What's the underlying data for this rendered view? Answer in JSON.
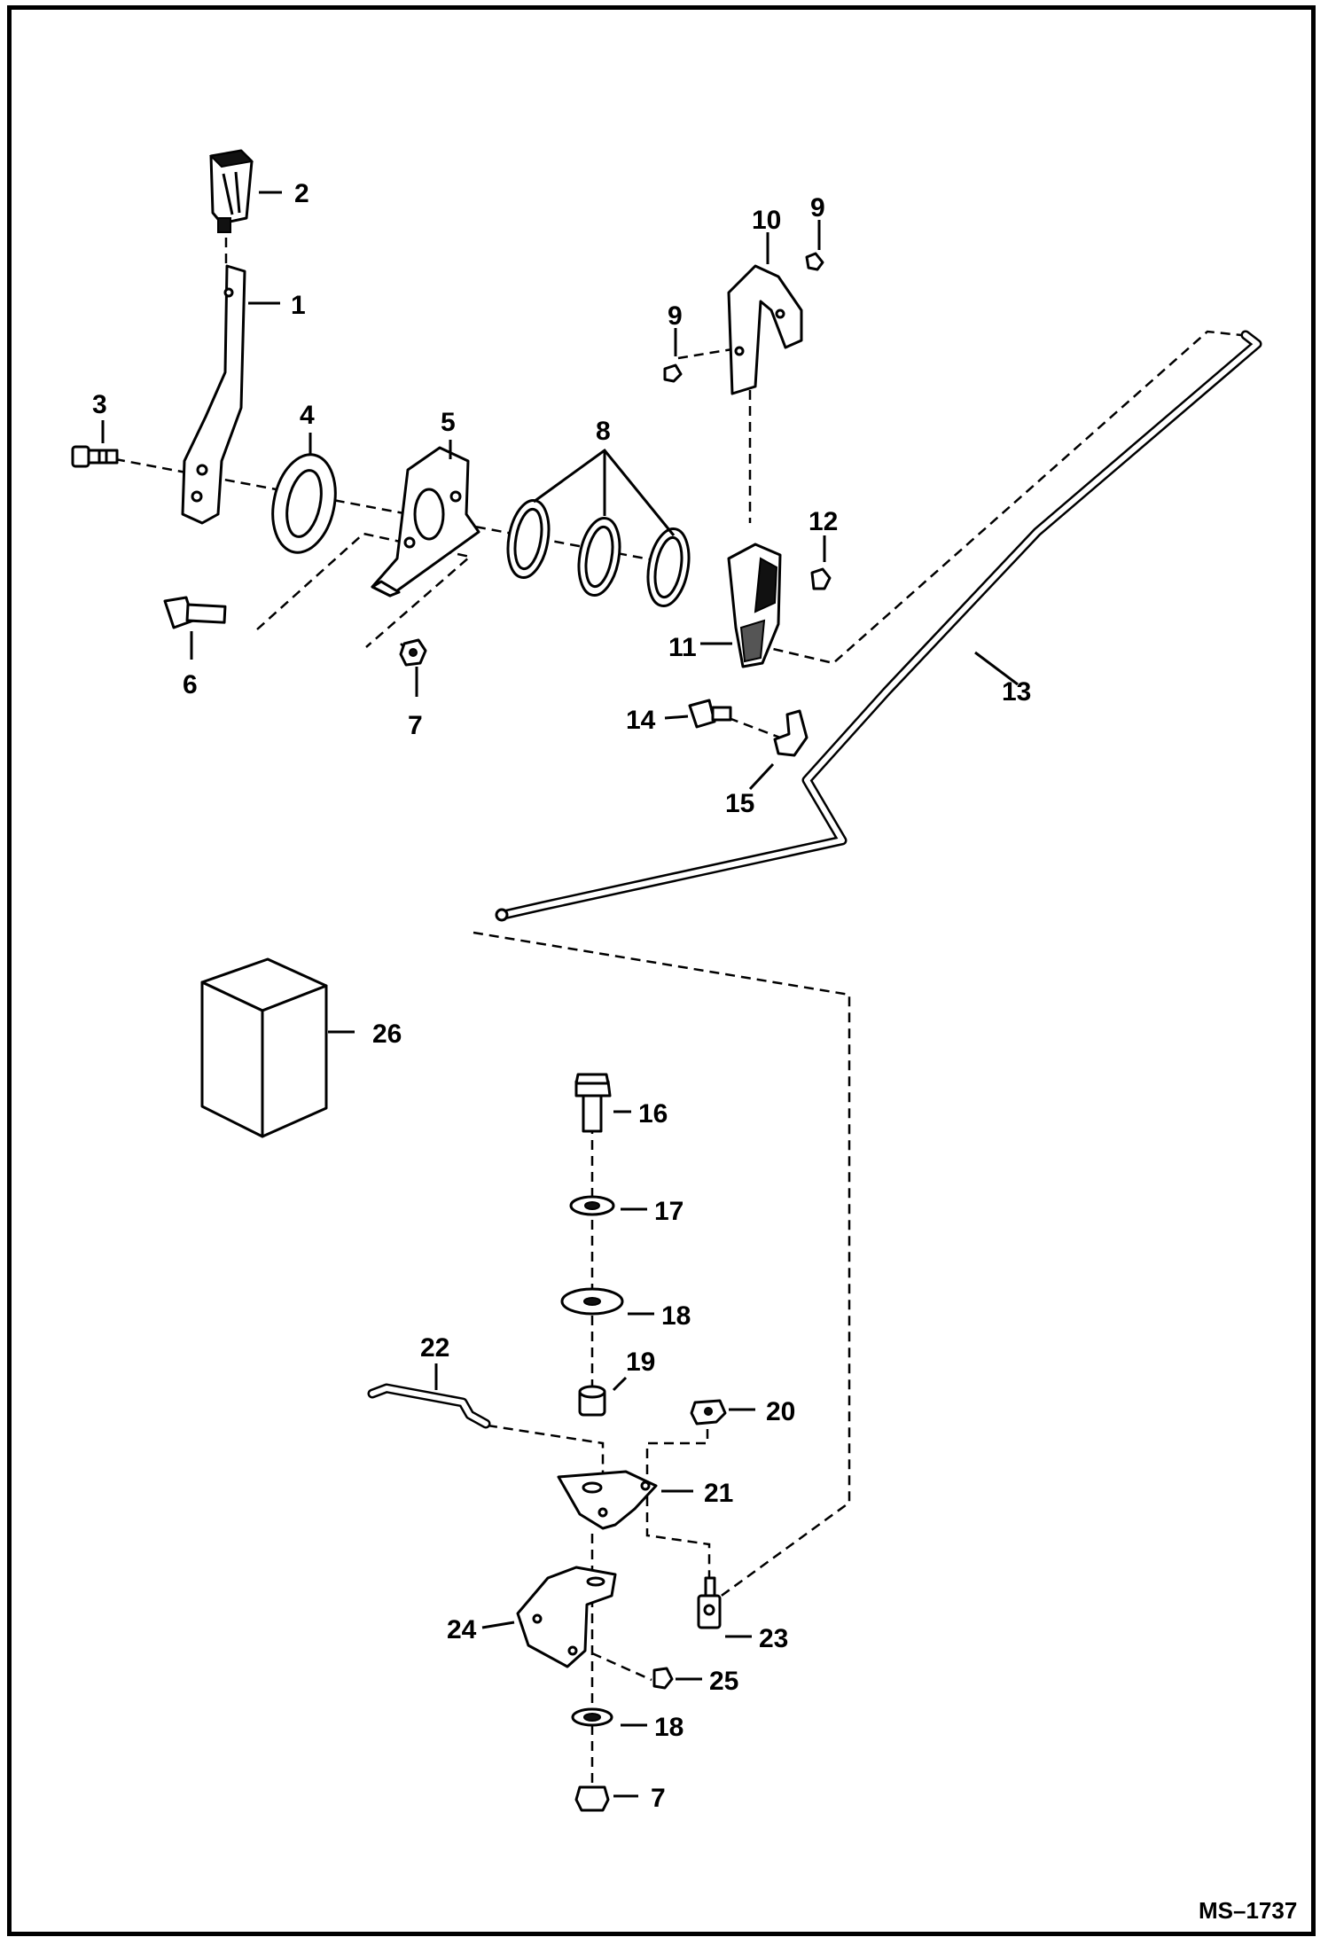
{
  "callouts": {
    "c1": "1",
    "c2": "2",
    "c3": "3",
    "c4": "4",
    "c5": "5",
    "c6": "6",
    "c7a": "7",
    "c7b": "7",
    "c8": "8",
    "c9a": "9",
    "c9b": "9",
    "c10": "10",
    "c11": "11",
    "c12": "12",
    "c13": "13",
    "c14": "14",
    "c15": "15",
    "c16": "16",
    "c17": "17",
    "c18a": "18",
    "c18b": "18",
    "c19": "19",
    "c20": "20",
    "c21": "21",
    "c22": "22",
    "c23": "23",
    "c24": "24",
    "c25": "25",
    "c26": "26"
  },
  "drawing_ref": "MS–1737"
}
